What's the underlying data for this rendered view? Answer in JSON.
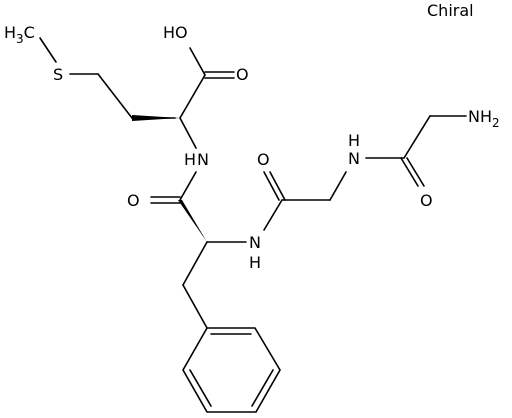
{
  "molecule": {
    "chiral_flag": "Chiral",
    "atoms": {
      "ch3_c": "H",
      "ch3_sub": "3",
      "ch3_tail": "C",
      "sulfur": "S",
      "hydroxyl": "HO",
      "oxygen_acid": "O",
      "nh_met_n": "N",
      "nh_met_h": "H",
      "oxygen_phe": "O",
      "nh_phe_n": "N",
      "nh_phe_h": "H",
      "oxygen_gly2": "O",
      "nh_gly2_n": "N",
      "nh_gly2_h": "H",
      "oxygen_gly1": "O",
      "nh2_n": "NH",
      "nh2_sub": "2"
    }
  }
}
